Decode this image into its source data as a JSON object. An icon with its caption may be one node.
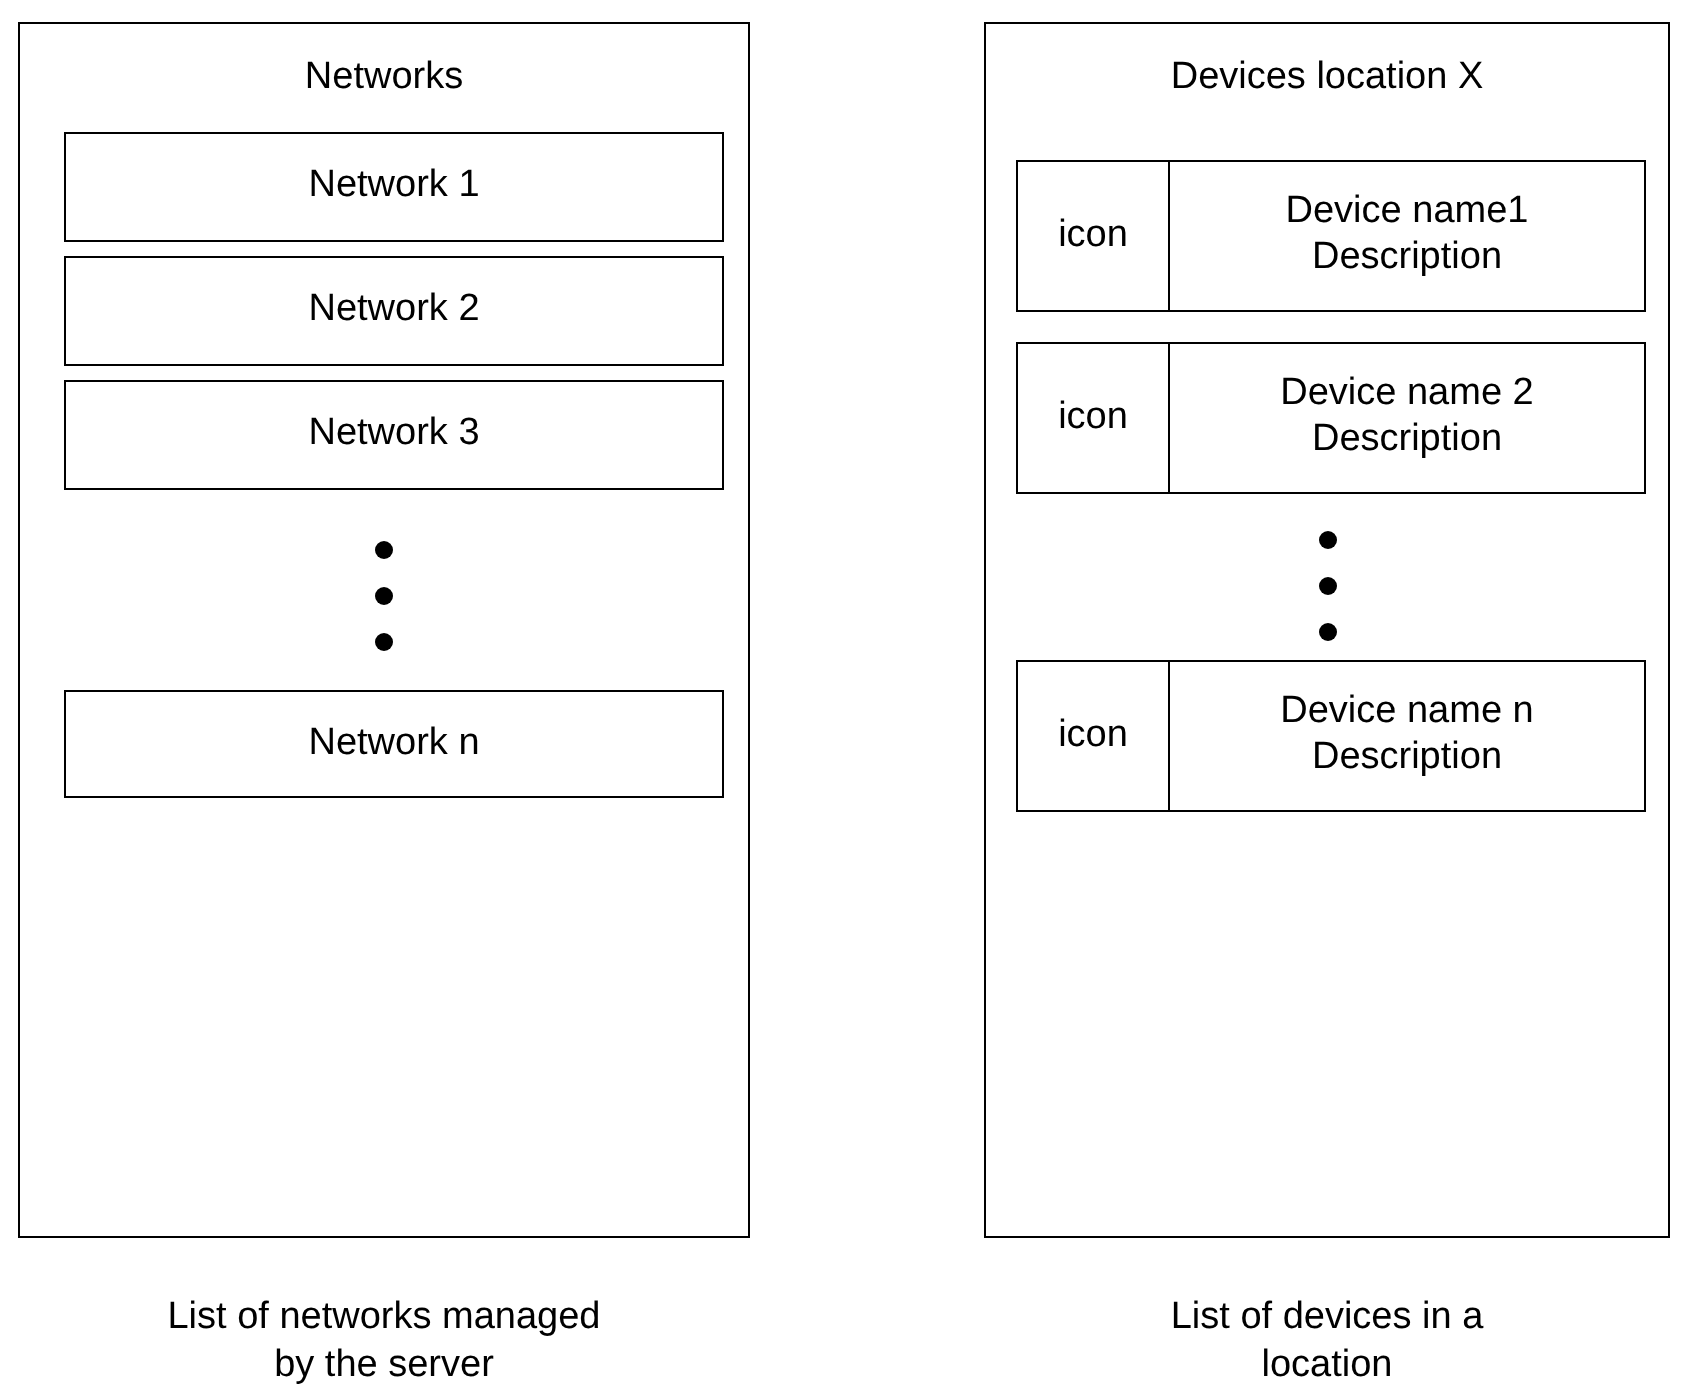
{
  "diagram": {
    "nodes": [
      {
        "text": [
          "Networks"
        ],
        "beside": [
          "List of networks managed by the server"
        ]
      },
      {
        "text": [
          "Network 1"
        ],
        "in": 0
      },
      {
        "text": [
          "Network 2"
        ],
        "in": 0
      },
      {
        "text": [
          "Network 3"
        ],
        "in": 0
      },
      {
        "text": [
          "Network n"
        ],
        "in": 0
      },
      {
        "text": [
          "Devices location X"
        ],
        "beside": [
          "List of devices in a location"
        ]
      },
      {
        "text": [
          "icon",
          "Device name1",
          "Description"
        ],
        "in": 5
      },
      {
        "text": [
          "icon",
          "Device name 2",
          "Description"
        ],
        "in": 5
      },
      {
        "text": [
          "icon",
          "Device name n",
          "Description"
        ],
        "in": 5
      }
    ]
  }
}
